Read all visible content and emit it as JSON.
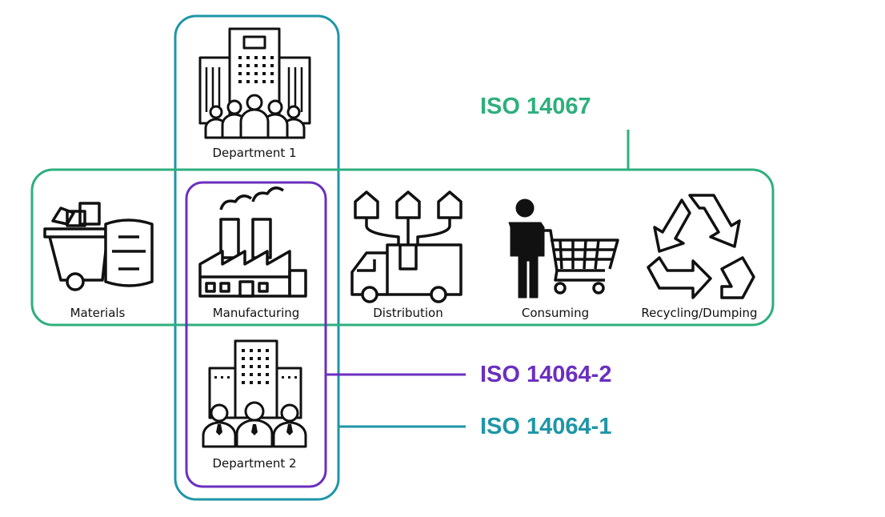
{
  "colors": {
    "teal": "#1e96a6",
    "green": "#2eaf7d",
    "purple": "#6a2fbf",
    "ink": "#111111"
  },
  "labels": {
    "department1": "Department 1",
    "department2": "Department 2",
    "materials": "Materials",
    "manufacturing": "Manufacturing",
    "distribution": "Distribution",
    "consuming": "Consuming",
    "recycling": "Recycling/Dumping"
  },
  "standards": {
    "iso14067": "ISO 14067",
    "iso14064_2": "ISO 14064-2",
    "iso14064_1": "ISO 14064-1"
  },
  "icons": [
    "office-building-people-icon",
    "waste-bin-sack-icon",
    "factory-icon",
    "delivery-truck-houses-icon",
    "shopper-cart-icon",
    "recycle-icon",
    "office-towers-staff-icon"
  ]
}
